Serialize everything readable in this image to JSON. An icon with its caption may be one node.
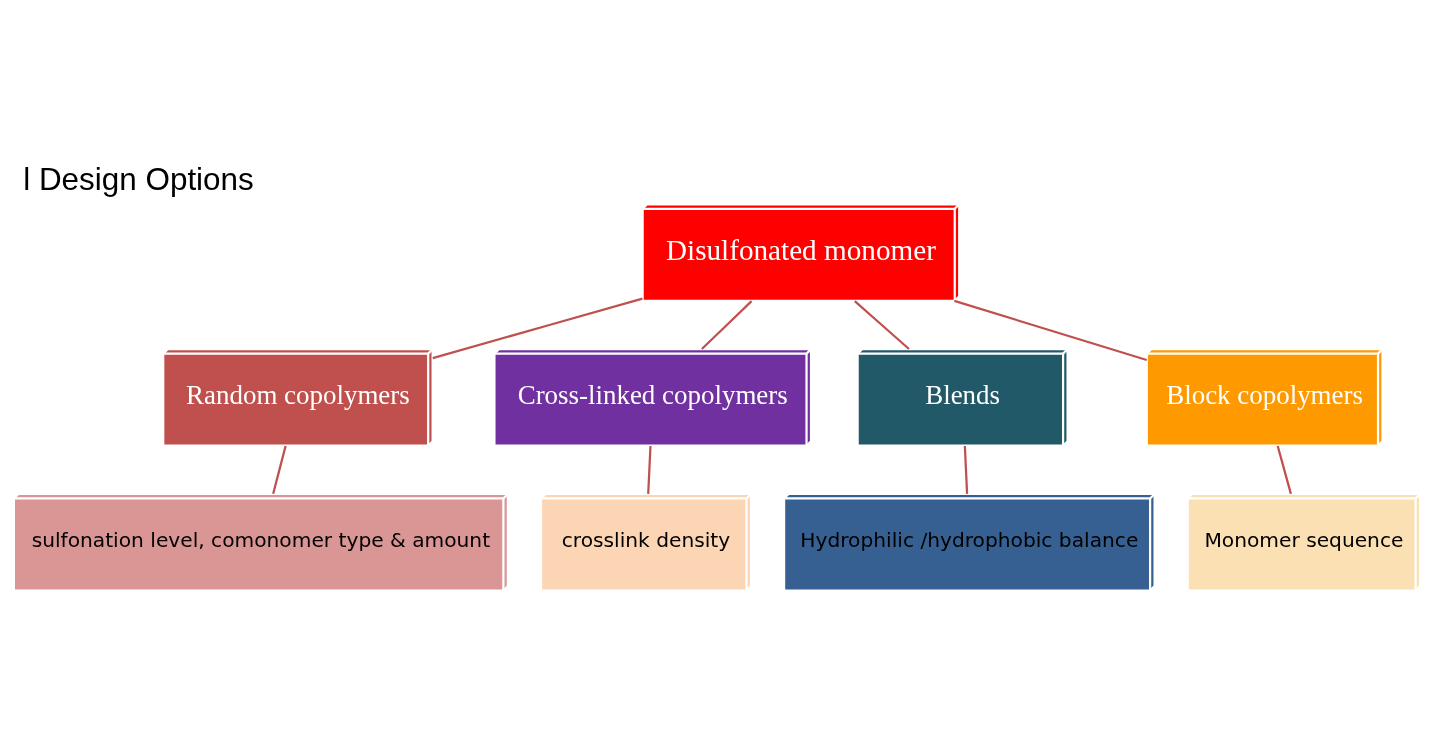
{
  "diagram": {
    "title": "l Design Options",
    "nodes": [
      {
        "text": [
          "Disulfonated monomer"
        ]
      },
      {
        "text": [
          "Random copolymers"
        ]
      },
      {
        "text": [
          "Cross-linked copolymers"
        ]
      },
      {
        "text": [
          "Blends"
        ]
      },
      {
        "text": [
          "Block copolymers"
        ]
      },
      {
        "text": [
          "sulfonation level, comonomer type & amount"
        ]
      },
      {
        "text": [
          "crosslink density"
        ]
      },
      {
        "text": [
          "Hydrophilic /hydrophobic balance"
        ]
      },
      {
        "text": [
          "Monomer sequence"
        ]
      }
    ],
    "edges": [
      {
        "from": 0,
        "to": 1,
        "arrow": "none"
      },
      {
        "from": 0,
        "to": 2,
        "arrow": "none"
      },
      {
        "from": 0,
        "to": 3,
        "arrow": "none"
      },
      {
        "from": 0,
        "to": 4,
        "arrow": "none"
      },
      {
        "from": 1,
        "to": 5,
        "arrow": "none"
      },
      {
        "from": 2,
        "to": 6,
        "arrow": "none"
      },
      {
        "from": 3,
        "to": 7,
        "arrow": "none"
      },
      {
        "from": 4,
        "to": 8,
        "arrow": "none"
      }
    ]
  }
}
